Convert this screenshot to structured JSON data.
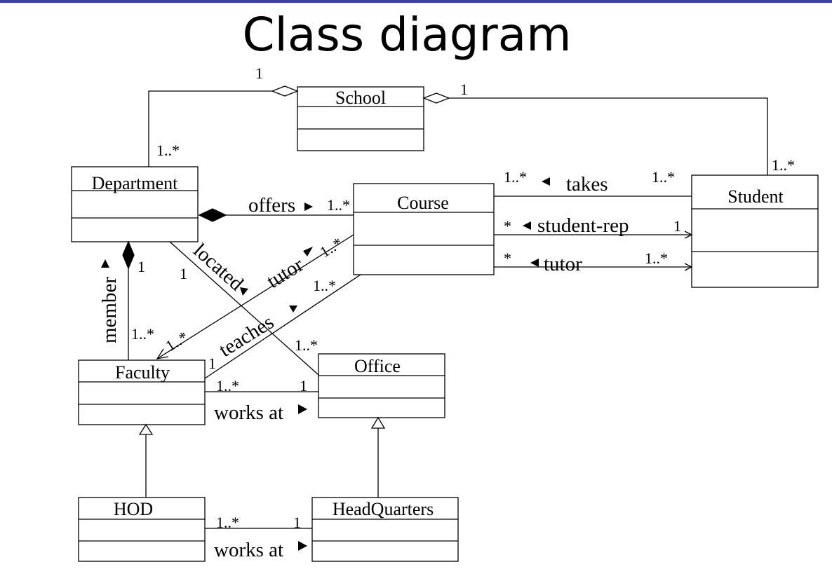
{
  "title": "Class diagram",
  "colors": {
    "line": "#000000",
    "background": "#ffffff",
    "top_bar": "#3f3f9e"
  },
  "classes": [
    {
      "id": "school",
      "name": "School"
    },
    {
      "id": "department",
      "name": "Department"
    },
    {
      "id": "course",
      "name": "Course"
    },
    {
      "id": "student",
      "name": "Student"
    },
    {
      "id": "faculty",
      "name": "Faculty"
    },
    {
      "id": "office",
      "name": "Office"
    },
    {
      "id": "hod",
      "name": "HOD"
    },
    {
      "id": "headquarters",
      "name": "HeadQuarters"
    }
  ],
  "labels": {
    "school_dept_school_mult": "1",
    "school_dept_dept_mult": "1..*",
    "school_student_school_mult": "1",
    "school_student_student_mult": "1..*",
    "offers": "offers",
    "offers_mult": "1..*",
    "takes_left_mult": "1..*",
    "takes": "takes",
    "takes_right_mult": "1..*",
    "student_rep_left_mult": "*",
    "student_rep": "student-rep",
    "student_rep_right_mult": "1",
    "tutor_left_mult": "*",
    "tutor": "tutor",
    "tutor_right_mult": "1..*",
    "member": "member",
    "member_dept_mult": "1",
    "member_faculty_mult": "1..*",
    "located": "located",
    "located_dept_mult": "1",
    "located_office_mult": "1..*",
    "diag_tutor": "tutor",
    "diag_tutor_course_mult": "1..*",
    "diag_tutor_faculty_mult": "1..*",
    "teaches": "teaches",
    "teaches_course_mult": "1..*",
    "teaches_faculty_mult": "1",
    "works_at_faculty_mult": "1..*",
    "works_at_office_mult": "1",
    "works_at_1": "works at",
    "works_at_hod_mult": "1..*",
    "works_at_hq_mult": "1",
    "works_at_2": "works at"
  }
}
